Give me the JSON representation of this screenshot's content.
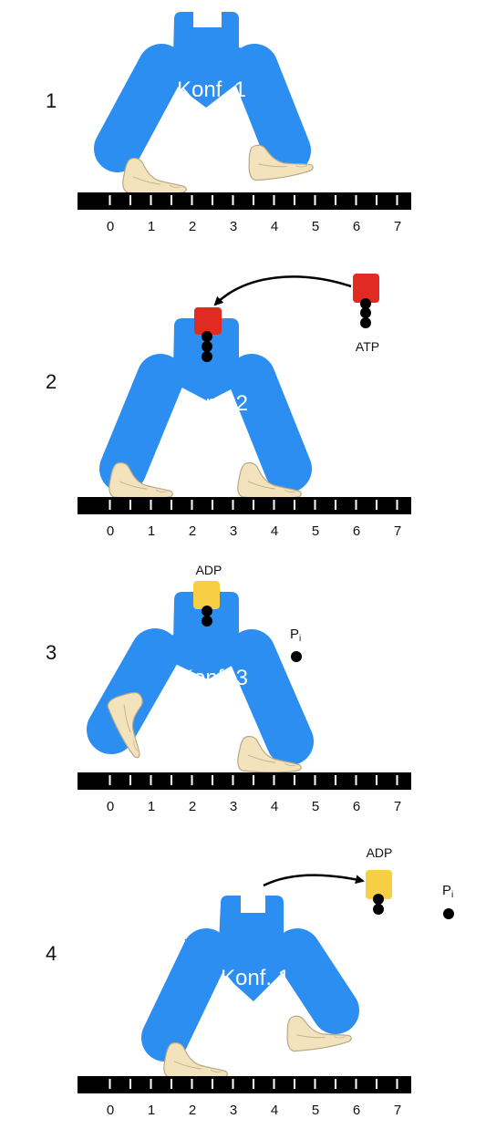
{
  "colors": {
    "motor": "#2b8ef0",
    "track": "#000000",
    "track_tick": "#ffffff",
    "atp": "#e12a22",
    "adp": "#f7cf45",
    "phosphate": "#000000",
    "foot": "#f2e3bd",
    "foot_outline": "#b9a884"
  },
  "track_labels": [
    "0",
    "1",
    "2",
    "3",
    "4",
    "5",
    "6",
    "7"
  ],
  "panels": [
    {
      "step": "1",
      "conformation": "Konf. 1"
    },
    {
      "step": "2",
      "conformation": "Konf. 2",
      "atp_label": "ATP"
    },
    {
      "step": "3",
      "conformation": "Konf. 3",
      "adp_label": "ADP",
      "pi_label": "P",
      "pi_subscript": "i"
    },
    {
      "step": "4",
      "conformation": "Konf. 1",
      "adp_label": "ADP",
      "pi_label": "P",
      "pi_subscript": "i"
    }
  ]
}
